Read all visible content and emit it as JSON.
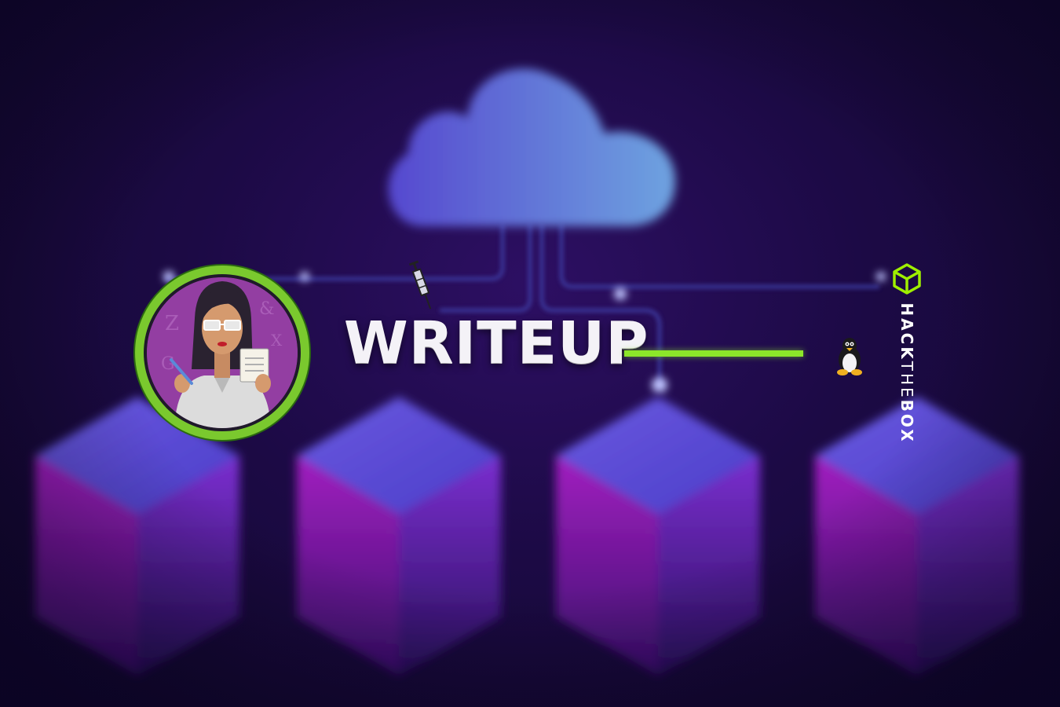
{
  "banner": {
    "title": "WRITEUP",
    "os_icon": "linux-tux-icon",
    "tool_icon": "syringe-icon",
    "avatar_icon": "machine-avatar-woman-with-notepad",
    "brand": {
      "logo_icon": "htb-cube-icon",
      "word_hack": "HACK",
      "word_the": "THE",
      "word_box": "BOX"
    }
  },
  "colors": {
    "accent_green": "#8ce62a",
    "cloud_start": "#5a4fd6",
    "cloud_end": "#6e9be0",
    "server_top": "#5b54d8",
    "server_body": "#8a1fb8",
    "background": "#1c0a45"
  }
}
